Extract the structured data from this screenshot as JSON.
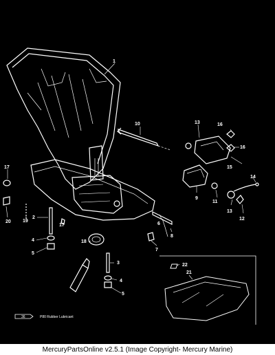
{
  "callouts": {
    "c1": "1",
    "c2": "2",
    "c3": "3",
    "c4a": "4",
    "c4b": "4",
    "c5a": "5",
    "c5b": "5",
    "c6": "6",
    "c7": "7",
    "c8": "8",
    "c9": "9",
    "c10": "10",
    "c11": "11",
    "c12": "12",
    "c13a": "13",
    "c13b": "13",
    "c14": "14",
    "c15": "15",
    "c16a": "16",
    "c16b": "16",
    "c17a": "17",
    "c17b": "17",
    "c18": "18",
    "c19": "19",
    "c20": "20",
    "c21": "21",
    "c22": "22"
  },
  "legend": {
    "code": "36",
    "label": "P80 Rubber Lubricant"
  },
  "footer": {
    "caption": "MercuryPartsOnline v2.5.1 (Image Copyright- Mercury Marine)"
  },
  "colors": {
    "background": "#000000",
    "line": "#ffffff",
    "page": "#ffffff",
    "caption": "#000000"
  }
}
